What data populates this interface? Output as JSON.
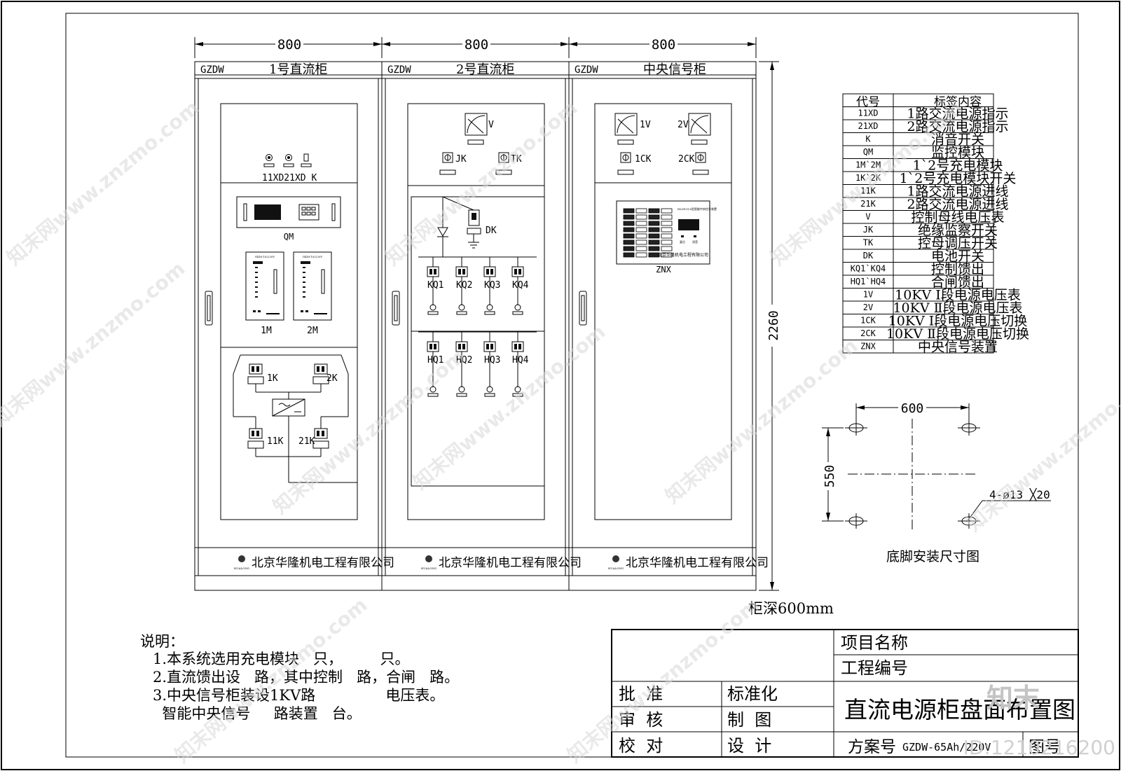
{
  "dimensions": {
    "top": [
      "800",
      "800",
      "800"
    ],
    "height": "2260",
    "depth": "柜深600mm"
  },
  "cabinets": [
    {
      "code": "GZDW",
      "name": "1号直流柜",
      "company": "北京华隆机电工程有限公司",
      "brand": "HUALONG"
    },
    {
      "code": "GZDW",
      "name": "2号直流柜",
      "company": "北京华隆机电工程有限公司",
      "brand": "HUALONG"
    },
    {
      "code": "GZDW",
      "name": "中央信号柜",
      "company": "北京华隆机电工程有限公司",
      "brand": "HUALONG"
    }
  ],
  "cab1": {
    "indicator_labels": "11XD21XD K",
    "qm": "QM",
    "module_caption": "GKM-10/220V",
    "m1": "1M",
    "m2": "2M",
    "k1": "1K",
    "k2": "2K",
    "k11": "11K",
    "k21": "21K"
  },
  "cab2": {
    "v": "V",
    "jk": "JK",
    "tk": "TK",
    "dk": "DK",
    "kq": [
      "KQ1",
      "KQ2",
      "KQ3",
      "KQ4"
    ],
    "hq": [
      "HQ1",
      "HQ2",
      "HQ3",
      "HQ4"
    ]
  },
  "cab3": {
    "v1": "1V",
    "v2": "2V",
    "ck1": "1CK",
    "ck2": "2CK",
    "device_title": "HLZX-II-6型智能中央信号装置",
    "btn1": "复位",
    "btn2": "消音",
    "device_company": "北京华隆机电工程有限公司",
    "znx": "ZNX"
  },
  "legend": {
    "headers": [
      "代号",
      "标签内容"
    ],
    "rows": [
      [
        "11XD",
        "1路交流电源指示"
      ],
      [
        "21XD",
        "2路交流电源指示"
      ],
      [
        "K",
        "消音开关"
      ],
      [
        "QM",
        "监控模块"
      ],
      [
        "1M`2M",
        "1`2号充电模块"
      ],
      [
        "1K`2K",
        "1`2号充电模块开关"
      ],
      [
        "11K",
        "1路交流电源进线"
      ],
      [
        "21K",
        "2路交流电源进线"
      ],
      [
        "V",
        "控制母线电压表"
      ],
      [
        "JK",
        "绝缘监察开关"
      ],
      [
        "TK",
        "控母调压开关"
      ],
      [
        "DK",
        "电池开关"
      ],
      [
        "KQ1`KQ4",
        "控制馈出"
      ],
      [
        "HQ1`HQ4",
        "合闸馈出"
      ],
      [
        "1V",
        "10KV Ⅰ段电源电压表"
      ],
      [
        "2V",
        "10KV Ⅱ段电源电压表"
      ],
      [
        "1CK",
        "10KV Ⅰ段电源电压切换"
      ],
      [
        "2CK",
        "10KV Ⅱ段电源电压切换"
      ],
      [
        "ZNX",
        "中央信号装置"
      ]
    ]
  },
  "foundation": {
    "width": "600",
    "height": "550",
    "holes": "4-ø13 ╳20",
    "title": "底脚安装尺寸图"
  },
  "notes": {
    "title": "说明：",
    "lines": [
      "1.本系统选用充电模块   只，        只。",
      "2.直流馈出设   路，其中控制   路，合闸   路。",
      "3.中央信号柜装设1KV路               电压表。",
      "  智能中央信号     路装置   台。"
    ]
  },
  "title_block": {
    "project_name": "项目名称",
    "project_no": "工程编号",
    "approve": "批  准",
    "review": "审  核",
    "check": "校  对",
    "standard": "标准化",
    "draft": "制  图",
    "design": "设  计",
    "drawing_title": "直流电源柜盘面布置图",
    "scheme_label": "方案号",
    "scheme_no": "GZDW-65Ah/220V",
    "drawing_no_label": "图号"
  },
  "watermark": {
    "site": "知末网www.znzmo.com",
    "id": "ID:1210216200",
    "logo": "知末"
  }
}
